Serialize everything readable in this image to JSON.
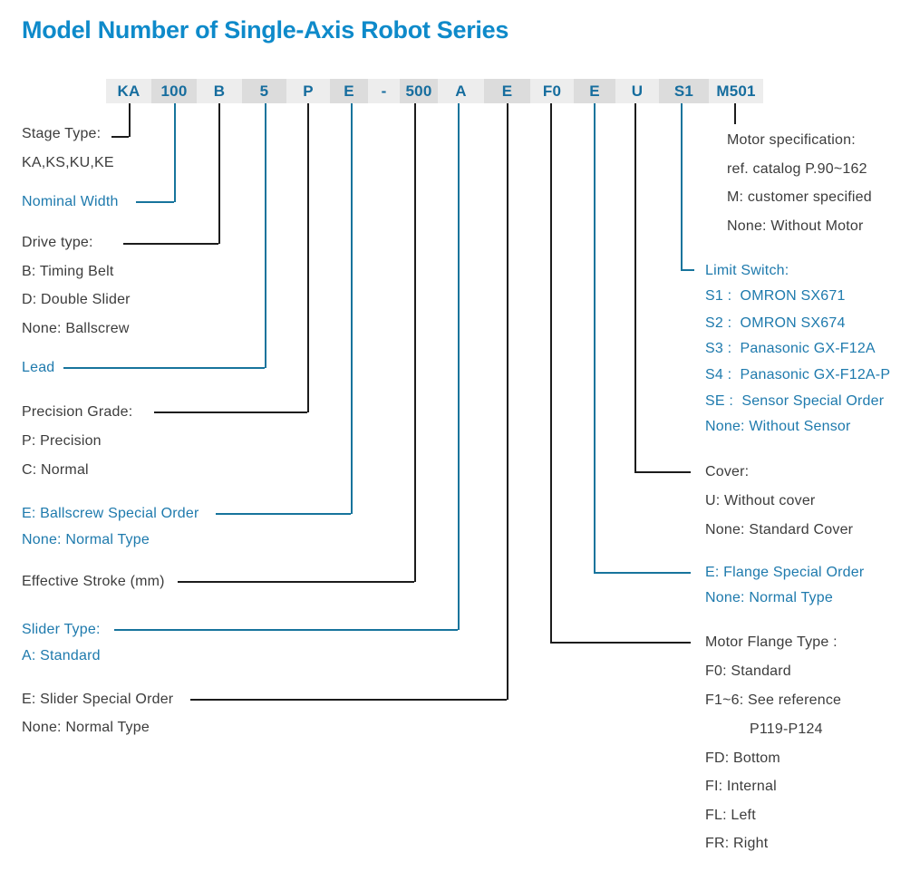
{
  "title": "Model Number of Single-Axis Robot Series",
  "colors": {
    "title_blue": "#0e8aca",
    "label_blue": "#1e7aad",
    "line_blue": "#17749c",
    "line_dark": "#1c1c1c",
    "text_dark": "#3c3c3c",
    "cell_light": "#ededed",
    "cell_dark": "#dcdcdc"
  },
  "model_code": {
    "segments": [
      "KA",
      "100",
      "B",
      "5",
      "P",
      "E",
      "-",
      "500",
      "A",
      "E",
      "F0",
      "E",
      "U",
      "S1",
      "M501"
    ]
  },
  "left_labels": {
    "stage_type": {
      "heading": "Stage Type:",
      "values": [
        "KA,KS,KU,KE"
      ]
    },
    "nominal_width": {
      "heading": "Nominal Width"
    },
    "drive_type": {
      "heading": "Drive type:",
      "values": [
        "B: Timing Belt",
        "D: Double Slider",
        "None: Ballscrew"
      ]
    },
    "lead": {
      "heading": "Lead"
    },
    "precision_grade": {
      "heading": "Precision Grade:",
      "values": [
        "P: Precision",
        "C: Normal"
      ]
    },
    "ballscrew_special": {
      "values": [
        "E: Ballscrew Special Order",
        "None: Normal Type"
      ]
    },
    "effective_stroke": {
      "heading": "Effective Stroke (mm)"
    },
    "slider_type": {
      "heading": "Slider Type:",
      "values": [
        "A: Standard"
      ]
    },
    "slider_special": {
      "values": [
        "E: Slider Special Order",
        "None: Normal Type"
      ]
    }
  },
  "right_labels": {
    "motor_spec": {
      "values": [
        "Motor specification:",
        "ref. catalog P.90~162",
        "M: customer specified",
        "None: Without Motor"
      ]
    },
    "limit_switch": {
      "heading": "Limit Switch:",
      "values": [
        "S1 :  OMRON SX671",
        "S2 :  OMRON SX674",
        "S3 :  Panasonic GX-F12A",
        "S4 :  Panasonic GX-F12A-P",
        "SE :  Sensor Special Order",
        "None: Without Sensor"
      ]
    },
    "cover": {
      "heading": "Cover:",
      "values": [
        "U: Without cover",
        "None: Standard Cover"
      ]
    },
    "flange_special": {
      "values": [
        "E: Flange Special Order",
        "None: Normal Type"
      ]
    },
    "motor_flange": {
      "heading": "Motor Flange Type :",
      "values": [
        "F0: Standard",
        "F1~6: See reference",
        "P119-P124",
        "FD: Bottom",
        "FI: Internal",
        "FL: Left",
        "FR: Right"
      ]
    }
  }
}
